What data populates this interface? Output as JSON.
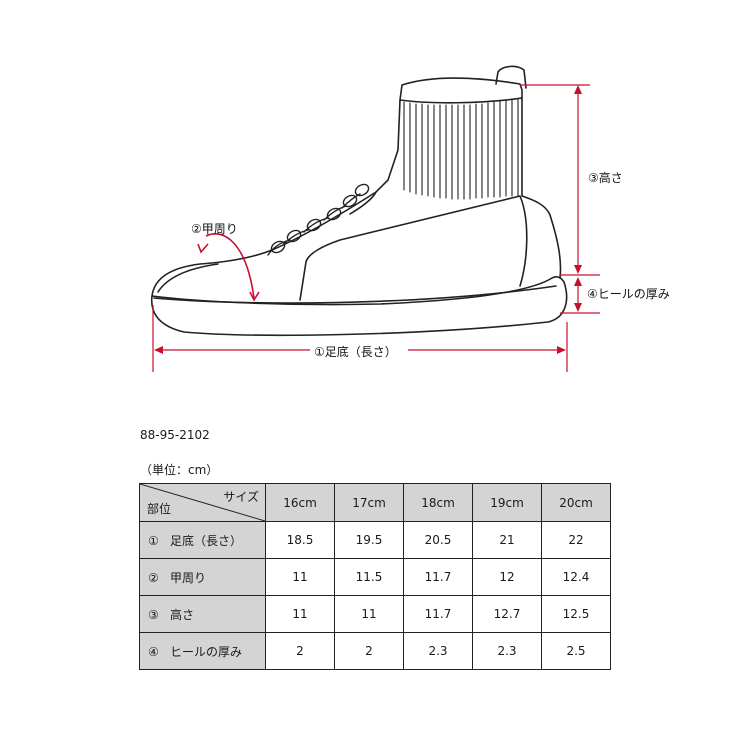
{
  "diagram": {
    "labels": {
      "instep": "②甲周り",
      "height": "③高さ",
      "heel": "④ヒールの厚み",
      "sole": "①足底（長さ）"
    }
  },
  "product_code": "88-95-2102",
  "unit_note": "（単位：cm）",
  "table": {
    "corner_top": "サイズ",
    "corner_bottom": "部位",
    "sizes": [
      "16cm",
      "17cm",
      "18cm",
      "19cm",
      "20cm"
    ],
    "rows": [
      {
        "num": "①",
        "label": "足底（長さ）",
        "values": [
          "18.5",
          "19.5",
          "20.5",
          "21",
          "22"
        ]
      },
      {
        "num": "②",
        "label": "甲周り",
        "values": [
          "11",
          "11.5",
          "11.7",
          "12",
          "12.4"
        ]
      },
      {
        "num": "③",
        "label": "高さ",
        "values": [
          "11",
          "11",
          "11.7",
          "12.7",
          "12.5"
        ]
      },
      {
        "num": "④",
        "label": "ヒールの厚み",
        "values": [
          "2",
          "2",
          "2.3",
          "2.3",
          "2.5"
        ]
      }
    ]
  },
  "colors": {
    "measure_line": "#c8102e",
    "header_fill": "#d4d4d4",
    "outline": "#222222"
  }
}
